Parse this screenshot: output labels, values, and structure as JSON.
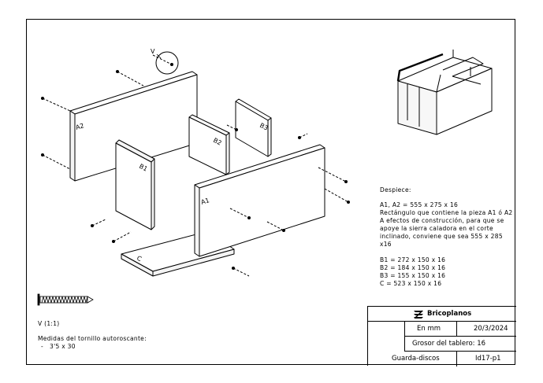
{
  "drawing": {
    "labels": {
      "a2": "A2",
      "b1": "B1",
      "b2": "B2",
      "b3": "B3",
      "a1": "A1",
      "c": "C",
      "v": "V"
    }
  },
  "notes": {
    "despiece_title": "Despiece:",
    "lines": [
      "A1, A2 = 555 x 275 x 16",
      "Rectángulo que contiene la pieza A1 ó A2",
      "A efectos de construcción, para que se",
      "apoye la sierra caladora en el corte",
      "inclinado, conviene que sea 555 x 285",
      "x16",
      "",
      "B1 = 272 x 150 x 16",
      "B2 = 184 x 150 x 16",
      "B3 = 155 x 150 x 16",
      "C = 523 x 150 x 16"
    ]
  },
  "screw": {
    "scale_label": "V (1:1)",
    "caption": "Medidas del tornillo autoroscante:",
    "size": "-   3'5 x 30"
  },
  "title_block": {
    "brand": "Bricoplanos",
    "units": "En mm",
    "date": "20/3/2024",
    "board": "Grosor del tablero: 16",
    "name": "Guarda-discos",
    "code": "Id17-p1"
  }
}
